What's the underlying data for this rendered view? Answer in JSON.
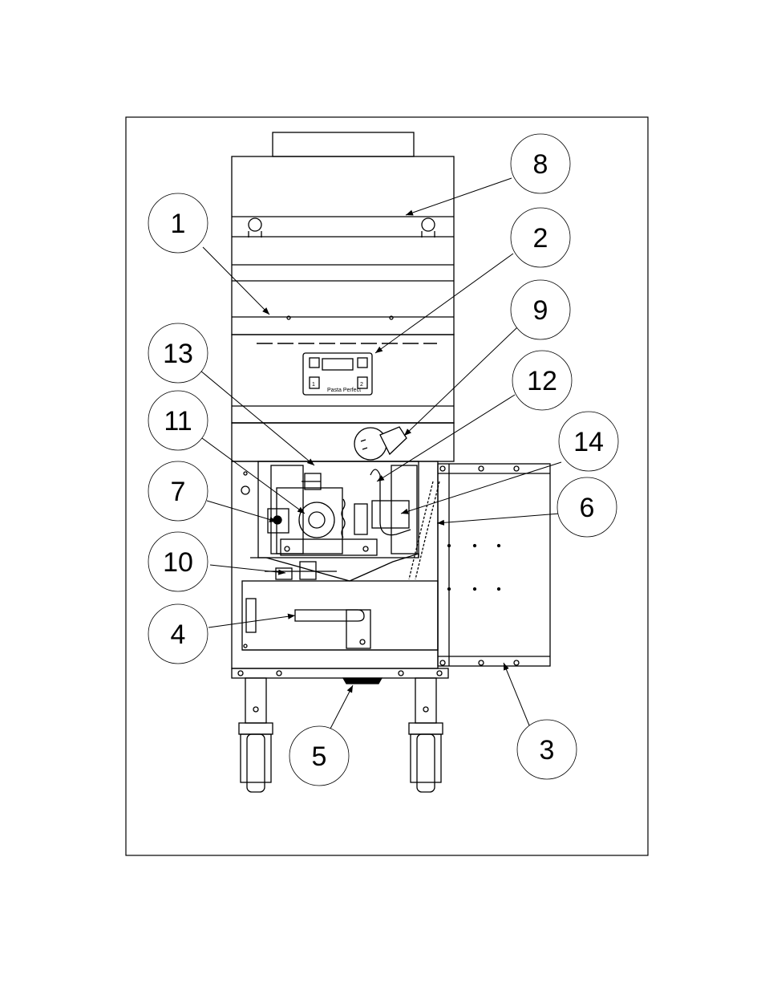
{
  "diagram": {
    "callouts": [
      {
        "id": "1",
        "label": "1"
      },
      {
        "id": "2",
        "label": "2"
      },
      {
        "id": "3",
        "label": "3"
      },
      {
        "id": "4",
        "label": "4"
      },
      {
        "id": "5",
        "label": "5"
      },
      {
        "id": "6",
        "label": "6"
      },
      {
        "id": "7",
        "label": "7"
      },
      {
        "id": "8",
        "label": "8"
      },
      {
        "id": "9",
        "label": "9"
      },
      {
        "id": "10",
        "label": "10"
      },
      {
        "id": "11",
        "label": "11"
      },
      {
        "id": "12",
        "label": "12"
      },
      {
        "id": "13",
        "label": "13"
      },
      {
        "id": "14",
        "label": "14"
      }
    ],
    "controller": {
      "brand_text": "Pasta Perfect",
      "key_left": "1",
      "key_right": "2"
    },
    "colors": {
      "line": "#000000",
      "background": "#ffffff"
    }
  }
}
